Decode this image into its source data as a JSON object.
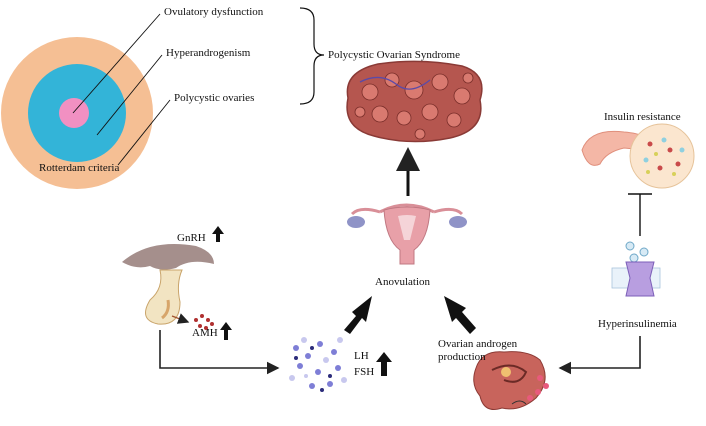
{
  "rotterdam": {
    "title": "Rotterdam criteria",
    "criteria": [
      "Ovulatory dysfunction",
      "Hyperandrogenism",
      "Polycystic ovaries"
    ]
  },
  "pcos": {
    "label": "Polycystic Ovarian Syndrome"
  },
  "anovulation": {
    "label": "Anovulation"
  },
  "hypothalamus": {
    "gnrh": "GnRH",
    "amh": "AMH"
  },
  "gonadotropins": {
    "lh": "LH",
    "fsh": "FSH"
  },
  "ovary": {
    "label_line1": "Ovarian androgen",
    "label_line2": "production"
  },
  "insulin": {
    "resistance": "Insulin resistance",
    "hyper": "Hyperinsulinemia"
  },
  "colors": {
    "outer_ring": "#f5bf94",
    "middle_ring": "#33b4d8",
    "inner_core": "#f190c2",
    "tissue": "#b5564f",
    "uterus": "#e8a0a8",
    "receptor": "#b89ee0"
  }
}
